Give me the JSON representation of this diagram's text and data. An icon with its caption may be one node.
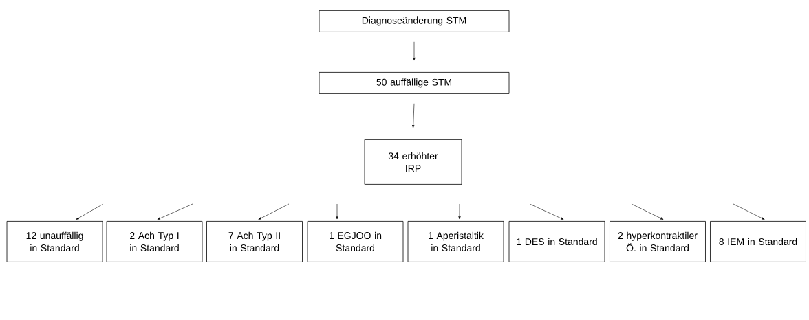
{
  "diagram": {
    "nodes": [
      {
        "text": [
          "Diagnoseänderung STM"
        ]
      },
      {
        "text": [
          "50 auffällige STM"
        ]
      },
      {
        "text": [
          "34 erhöhter IRP"
        ]
      },
      {
        "text": [
          "12 unauffällig in Standard"
        ]
      },
      {
        "text": [
          "2 Ach Typ I in Standard"
        ]
      },
      {
        "text": [
          "7 Ach Typ II in Standard"
        ]
      },
      {
        "text": [
          "1 EGJOO in Standard"
        ]
      },
      {
        "text": [
          "1 Aperistaltik in Standard"
        ]
      },
      {
        "text": [
          "1 DES in Standard"
        ]
      },
      {
        "text": [
          "2 hyperkontraktiler Ö. in Standard"
        ]
      },
      {
        "text": [
          "8 IEM in Standard"
        ]
      }
    ],
    "edges": [
      {
        "from": 0,
        "to": 1,
        "arrow": "to"
      },
      {
        "from": 1,
        "to": 2,
        "arrow": "to"
      },
      {
        "from": null,
        "to": 3,
        "arrow": "to"
      },
      {
        "from": null,
        "to": 4,
        "arrow": "to"
      },
      {
        "from": null,
        "to": 5,
        "arrow": "to"
      },
      {
        "from": null,
        "to": 6,
        "arrow": "to"
      },
      {
        "from": null,
        "to": 7,
        "arrow": "to"
      },
      {
        "from": null,
        "to": 8,
        "arrow": "to"
      },
      {
        "from": null,
        "to": 9,
        "arrow": "to"
      },
      {
        "from": null,
        "to": 10,
        "arrow": "to"
      }
    ]
  }
}
